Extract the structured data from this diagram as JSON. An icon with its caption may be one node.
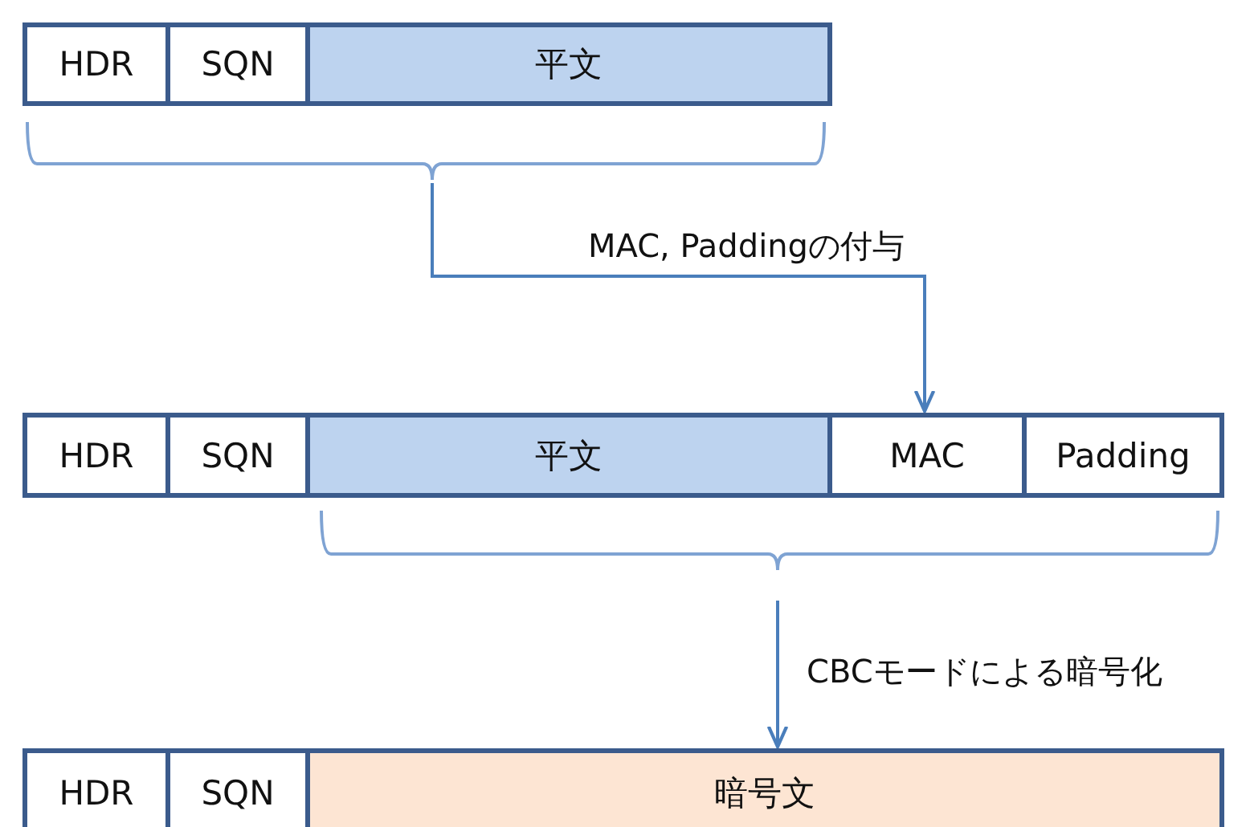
{
  "diagram": {
    "nodes": [
      {
        "text": [
          "HDR"
        ]
      },
      {
        "text": [
          "SQN"
        ]
      },
      {
        "text": [
          "平文"
        ]
      },
      {
        "text": [],
        "shape": "brace"
      },
      {
        "text": [
          "HDR"
        ]
      },
      {
        "text": [
          "SQN"
        ]
      },
      {
        "text": [
          "平文"
        ]
      },
      {
        "text": [
          "MAC"
        ]
      },
      {
        "text": [
          "Padding"
        ]
      },
      {
        "text": [],
        "shape": "brace"
      },
      {
        "text": [
          "HDR"
        ]
      },
      {
        "text": [
          "SQN"
        ]
      },
      {
        "text": [
          "暗号文"
        ]
      }
    ],
    "edges": [
      {
        "from": 3,
        "to": 7,
        "arrow": "to",
        "label": "MAC, Paddingの付与"
      },
      {
        "from": 9,
        "to": 12,
        "arrow": "to",
        "label": "CBCモードによる暗号化"
      }
    ]
  }
}
